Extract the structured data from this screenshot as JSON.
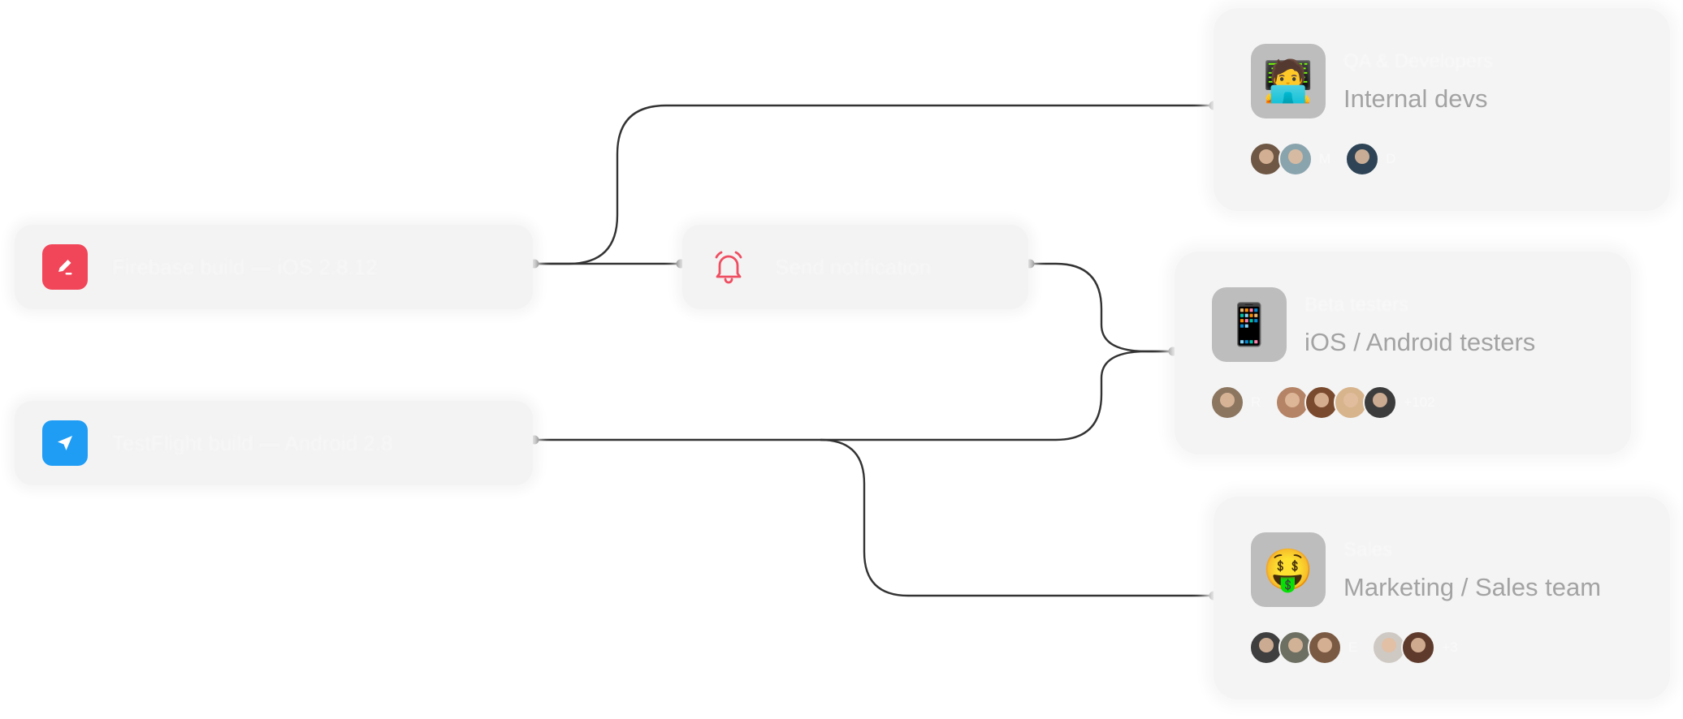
{
  "sources": [
    {
      "id": "s1",
      "label": "Firebase build — iOS 2.8.12",
      "icon": "pencil-icon",
      "color": "#f14659"
    },
    {
      "id": "s2",
      "label": "TestFlight build — Android 2.8",
      "icon": "paper-plane-icon",
      "color": "#1f9df5"
    }
  ],
  "notify": {
    "label": "Send notification",
    "icon": "bell-icon",
    "color": "#ef4e61"
  },
  "groups": [
    {
      "id": "g1",
      "kicker": "QA & Developers",
      "title": "Internal devs",
      "emoji": "🧑‍💻",
      "members": [
        {
          "type": "avatar",
          "color": "#6e5744"
        },
        {
          "type": "avatar",
          "color": "#8aa4ad"
        },
        {
          "type": "initial",
          "text": "M"
        },
        {
          "type": "avatar",
          "color": "#2e4456"
        },
        {
          "type": "initial",
          "text": "D"
        }
      ],
      "more": ""
    },
    {
      "id": "g2",
      "kicker": "Beta testers",
      "title": "iOS / Android testers",
      "emoji": "📱",
      "members": [
        {
          "type": "avatar",
          "color": "#8c7660"
        },
        {
          "type": "initial",
          "text": "R"
        },
        {
          "type": "avatar",
          "color": "#b58466"
        },
        {
          "type": "avatar",
          "color": "#7a4a2e"
        },
        {
          "type": "avatar",
          "color": "#d7b48c"
        },
        {
          "type": "avatar",
          "color": "#3c3c3c"
        }
      ],
      "more": "+102"
    },
    {
      "id": "g3",
      "kicker": "Sales",
      "title": "Marketing / Sales team",
      "emoji": "🤑",
      "members": [
        {
          "type": "avatar",
          "color": "#3f3f3f"
        },
        {
          "type": "avatar",
          "color": "#6d6f62"
        },
        {
          "type": "avatar",
          "color": "#7b5a43"
        },
        {
          "type": "initial",
          "text": "E"
        },
        {
          "type": "avatar",
          "color": "#cfc9c4"
        },
        {
          "type": "avatar",
          "color": "#5e3a2c"
        }
      ],
      "more": "+3"
    }
  ],
  "connections": [
    {
      "from": "s1",
      "to": "g1"
    },
    {
      "from": "s1",
      "to": "notify"
    },
    {
      "from": "notify",
      "to": "g2"
    },
    {
      "from": "s2",
      "to": "g2"
    },
    {
      "from": "s2",
      "to": "g3"
    }
  ],
  "colors": {
    "line": "#333333",
    "cardBg": "#f4f4f4",
    "avatarBorder": "#f4f4f4"
  }
}
